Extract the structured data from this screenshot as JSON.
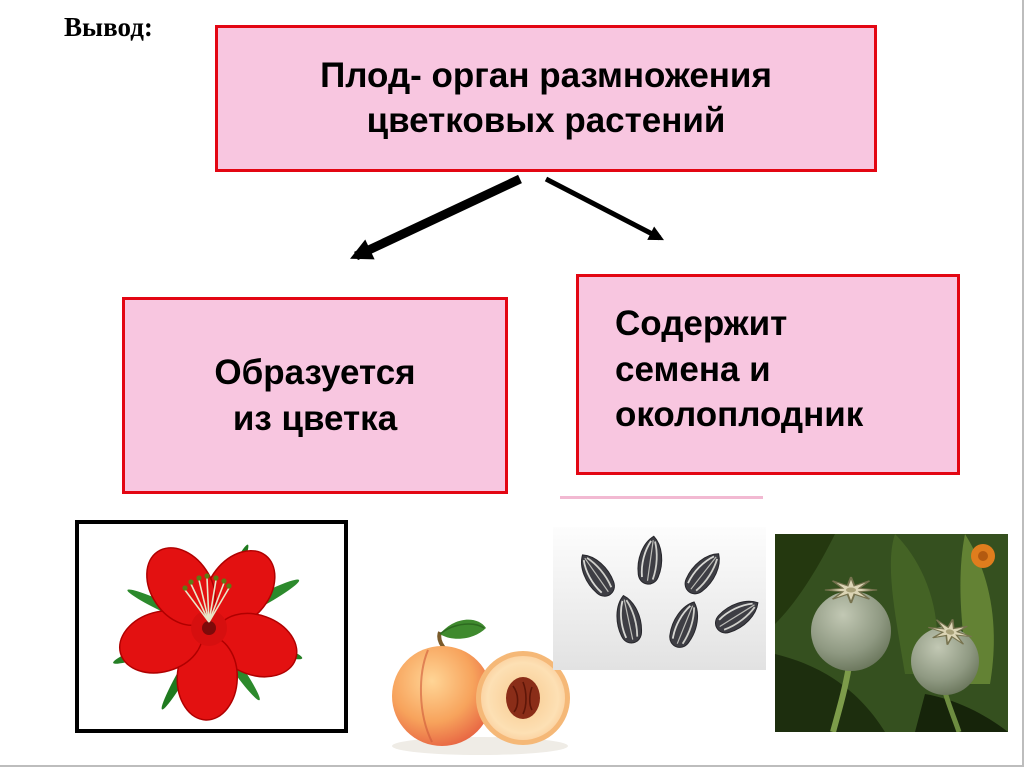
{
  "slide": {
    "conclusion_label": "Вывод:",
    "title_box": {
      "text": "Плод- орган размножения цветковых растений",
      "lines": [
        "Плод- орган размножения",
        "цветковых растений"
      ]
    },
    "left_box": {
      "text": "Образуется из цветка",
      "lines": [
        "Образуется",
        "из цветка"
      ]
    },
    "right_box": {
      "text": "Содержит семена и околоплодник",
      "lines": [
        "Содержит",
        "семена и",
        "околоплодник"
      ]
    },
    "colors": {
      "box_background": "#f8c6e0",
      "box_border": "#e30613",
      "arrow": "#000000",
      "frame_border": "#000000",
      "divider": "#f2b9d2"
    },
    "photos": [
      {
        "name": "red-flower"
      },
      {
        "name": "peach-whole-and-half"
      },
      {
        "name": "sunflower-seeds"
      },
      {
        "name": "poppy-seed-pods"
      }
    ]
  }
}
